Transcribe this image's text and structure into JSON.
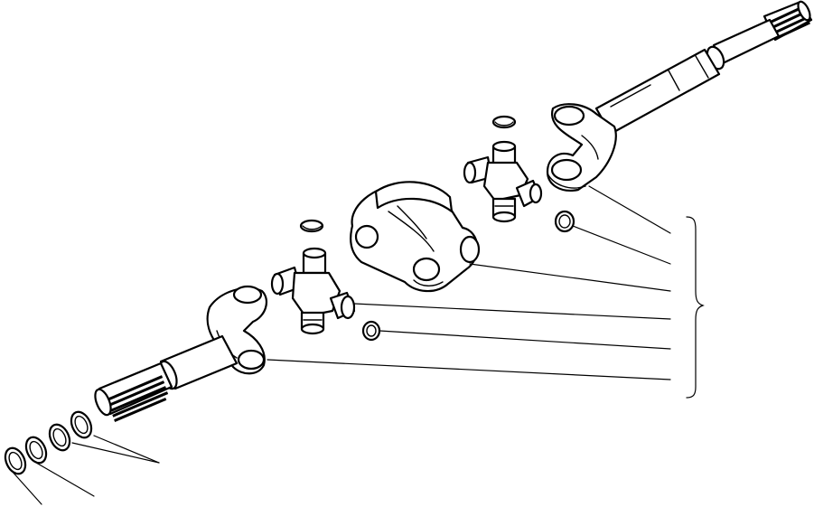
{
  "diagram": {
    "type": "exploded-parts-view",
    "labels": [],
    "colors": {
      "line": "#000000",
      "background": "#ffffff"
    },
    "parts": [
      "outer-axle-shaft",
      "outer-yoke",
      "cross-bearing-upper",
      "snap-ring-upper",
      "snap-ring-small-upper",
      "center-coupling-yoke",
      "cross-bearing-lower",
      "snap-ring-lower",
      "snap-ring-small-lower",
      "inner-yoke",
      "inner-axle-shaft",
      "shim-ring-1",
      "shim-ring-2",
      "shim-ring-3",
      "shim-ring-4"
    ],
    "callout_leaders": 6,
    "group_brace": "right-curly-brace"
  }
}
